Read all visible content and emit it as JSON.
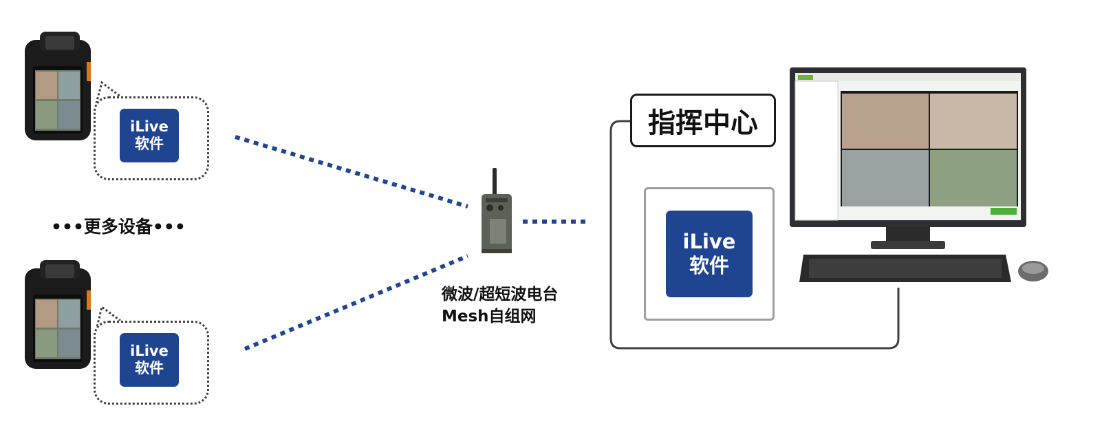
{
  "devices": [
    {
      "label_line1": "iLive",
      "label_line2": "软件"
    },
    {
      "label_line1": "iLive",
      "label_line2": "软件"
    }
  ],
  "more_devices": "•••更多设备•••",
  "radio": {
    "line1": "微波/超短波电台",
    "line2": "Mesh自组网"
  },
  "command_center": {
    "title": "指挥中心",
    "software_line1": "iLive",
    "software_line2": "软件"
  },
  "colors": {
    "software_box": "#1f4591",
    "link_line": "#1f4591",
    "frame": "#404040"
  }
}
